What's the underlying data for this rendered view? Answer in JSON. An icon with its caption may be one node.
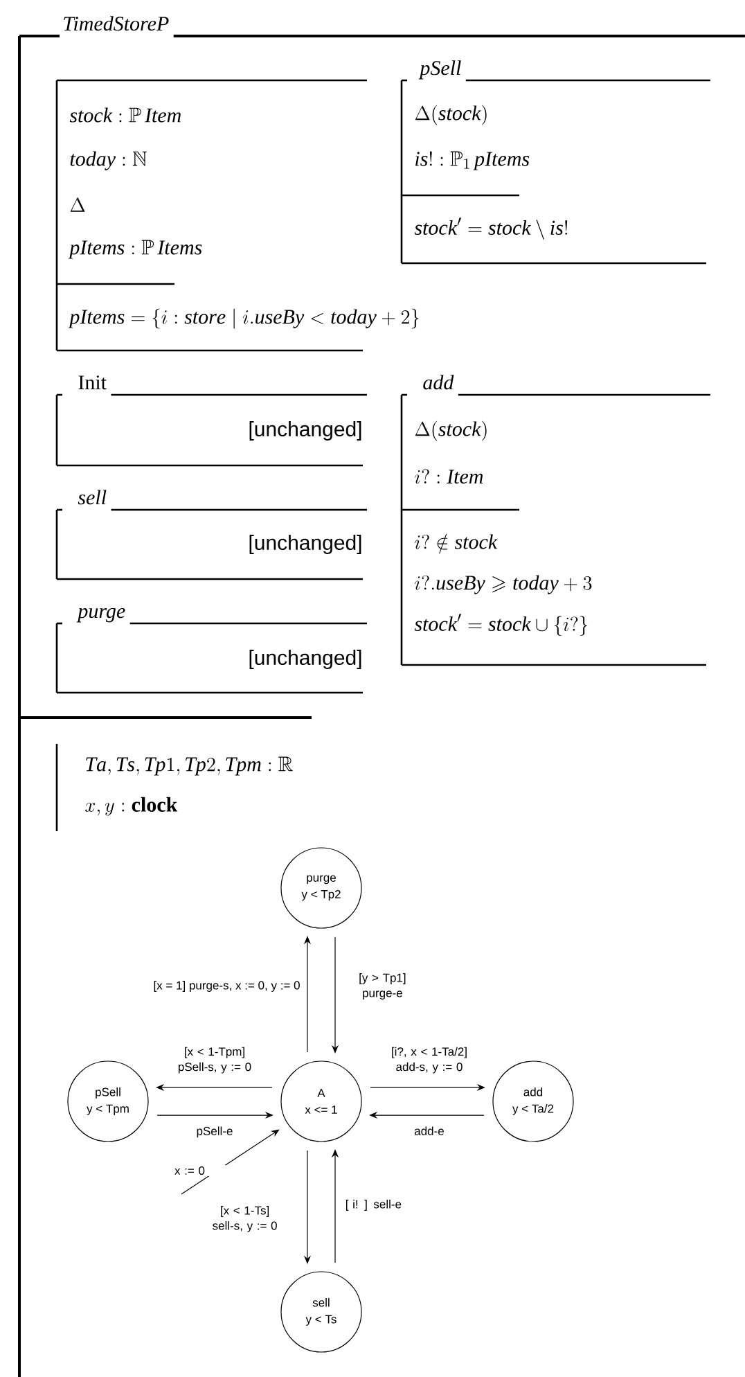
{
  "diagram": {
    "nodes": [
      {
        "text": [
          "TimedStoreP"
        ]
      },
      {
        "text": [
          "\\mathit{stock} : \\mathbb{P}\\,\\mathit{Item}",
          "\\mathit{today} : \\mathbb{N}",
          "\\Delta",
          "\\mathit{pItems} : \\mathbb{P}\\,\\mathit{Items}",
          "\\mathit{pItems} = \\{ i : \\mathit{store} \\mid i.\\mathit{useBy} < \\mathit{today} + 2 \\}"
        ],
        "in": 0
      },
      {
        "text": [
          "pSell",
          "\\Delta(\\mathit{stock})",
          "\\mathit{is}! : \\mathbb{P}_1\\,\\mathit{pItems}",
          "\\mathit{stock}' = \\mathit{stock} \\setminus \\mathit{is}!"
        ],
        "in": 0
      },
      {
        "text": [
          "Init",
          "[unchanged]"
        ],
        "in": 0
      },
      {
        "text": [
          "sell",
          "[unchanged]"
        ],
        "in": 0
      },
      {
        "text": [
          "purge",
          "[unchanged]"
        ],
        "in": 0
      },
      {
        "text": [
          "add",
          "\\Delta(\\mathit{stock})",
          "i? : \\mathit{Item}",
          "i? \\notin \\mathit{stock}",
          "i?.\\mathit{useBy} \\geqslant \\mathit{today} + 3",
          "\\mathit{stock}' = \\mathit{stock} \\cup \\{ i? \\}"
        ],
        "in": 0
      },
      {
        "text": [
          "\\mathit{Ta}, \\mathit{Ts}, \\mathit{Tp}1, \\mathit{Tp}2, \\mathit{Tpm} : \\mathbb{R}",
          "x, y : \\mathbf{clock}"
        ],
        "in": 0
      },
      {
        "text": [
          "purge",
          "y < Tp2"
        ],
        "in": 0
      },
      {
        "text": [
          "pSell",
          "y < Tpm"
        ],
        "in": 0
      },
      {
        "text": [
          "A",
          "x <= 1"
        ],
        "in": 0
      },
      {
        "text": [
          "add",
          "y < Ta/2"
        ],
        "in": 0
      },
      {
        "text": [
          "sell",
          "y < Ts"
        ],
        "in": 0
      }
    ],
    "edges": [
      {
        "from": 10,
        "to": 8,
        "arrow": "to",
        "label": "[x = 1] purge-s, x := 0, y := 0"
      },
      {
        "from": 8,
        "to": 10,
        "arrow": "to",
        "label": "[y > Tp1] purge-e"
      },
      {
        "from": 10,
        "to": 9,
        "arrow": "to",
        "label": "[x < 1-Tpm] pSell-s, y := 0"
      },
      {
        "from": 9,
        "to": 10,
        "arrow": "to",
        "label": "pSell-e"
      },
      {
        "from": 10,
        "to": 11,
        "arrow": "to",
        "label": "[i?, x < 1-Ta/2] add-s, y := 0"
      },
      {
        "from": 11,
        "to": 10,
        "arrow": "to",
        "label": "add-e"
      },
      {
        "from": 10,
        "to": 12,
        "arrow": "to",
        "label": "[x < 1-Ts] sell-s, y := 0"
      },
      {
        "from": 12,
        "to": 10,
        "arrow": "to",
        "label": "[ i! ] sell-e"
      },
      {
        "from": null,
        "to": 10,
        "arrow": "to",
        "label": "x := 0"
      }
    ]
  }
}
